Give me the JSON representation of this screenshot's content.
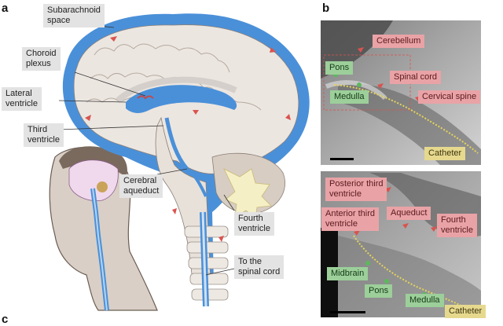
{
  "panels": {
    "a": "a",
    "b": "b",
    "c": "c"
  },
  "diagram_labels": {
    "subarachnoid_space": "Subarachnoid\nspace",
    "choroid_plexus": "Choroid\nplexus",
    "lateral_ventricle": "Lateral\nventricle",
    "third_ventricle": "Third\nventricle",
    "cerebral_aqueduct": "Cerebral\naqueduct",
    "fourth_ventricle": "Fourth\nventricle",
    "to_spinal_cord": "To the\nspinal cord"
  },
  "xray_top": {
    "cerebellum": "Cerebellum",
    "pons": "Pons",
    "spinal_cord": "Spinal cord",
    "medulla": "Medulla",
    "cervical_spine": "Cervical spine",
    "catheter": "Catheter"
  },
  "xray_bottom": {
    "posterior_third_ventricle": "Posterior third\nventricle",
    "anterior_third_ventricle": "Anterior third\nventricle",
    "aqueduct": "Aqueduct",
    "fourth_ventricle": "Fourth\nventricle",
    "midbrain": "Midbrain",
    "pons": "Pons",
    "medulla": "Medulla",
    "catheter": "Catheter"
  },
  "colors": {
    "csf_blue": "#4a90d9",
    "brain": "#ece6e0",
    "label_red": "#e9a3a6",
    "label_green": "#9ccf9a",
    "label_yellow": "#e6d98e",
    "label_gray": "#e3e3e3",
    "flow_arrow": "#d9534f"
  }
}
